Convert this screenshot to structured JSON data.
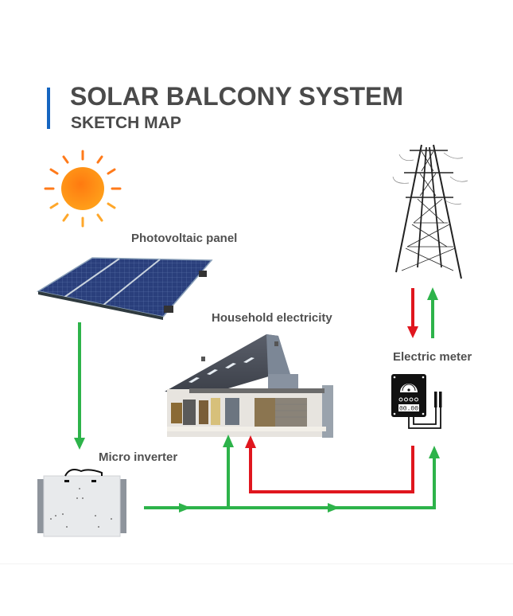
{
  "header": {
    "title": "SOLAR BALCONY SYSTEM",
    "subtitle": "SKETCH MAP",
    "accent_color": "#1565c0"
  },
  "components": [
    {
      "id": "sun",
      "icon": "sun-icon"
    },
    {
      "id": "photovoltaic-panel",
      "label": "Photovoltaic panel",
      "icon": "solar-panel-icon"
    },
    {
      "id": "household",
      "label": "Household electricity",
      "icon": "house-icon"
    },
    {
      "id": "micro-inverter",
      "label": "Micro inverter",
      "icon": "inverter-icon"
    },
    {
      "id": "power-grid",
      "icon": "transmission-tower-icon"
    },
    {
      "id": "electric-meter",
      "label": "Electric meter",
      "icon": "electric-meter-icon",
      "display_value": "00.00"
    }
  ],
  "labels": {
    "pv": "Photovoltaic panel",
    "house": "Household electricity",
    "meter": "Electric meter",
    "inverter": "Micro inverter",
    "meter_display": "00.00"
  },
  "flows": [
    {
      "from": "photovoltaic-panel",
      "to": "micro-inverter",
      "color": "green"
    },
    {
      "from": "micro-inverter",
      "to": "household",
      "color": "green"
    },
    {
      "from": "micro-inverter",
      "to": "electric-meter",
      "color": "green"
    },
    {
      "from": "electric-meter",
      "to": "household",
      "color": "red"
    },
    {
      "from": "electric-meter",
      "to": "power-grid",
      "color": "green"
    },
    {
      "from": "power-grid",
      "to": "electric-meter",
      "color": "red"
    }
  ],
  "colors": {
    "green_flow": "#2db34a",
    "red_flow": "#e0161e",
    "text": "#4a4a4a"
  }
}
